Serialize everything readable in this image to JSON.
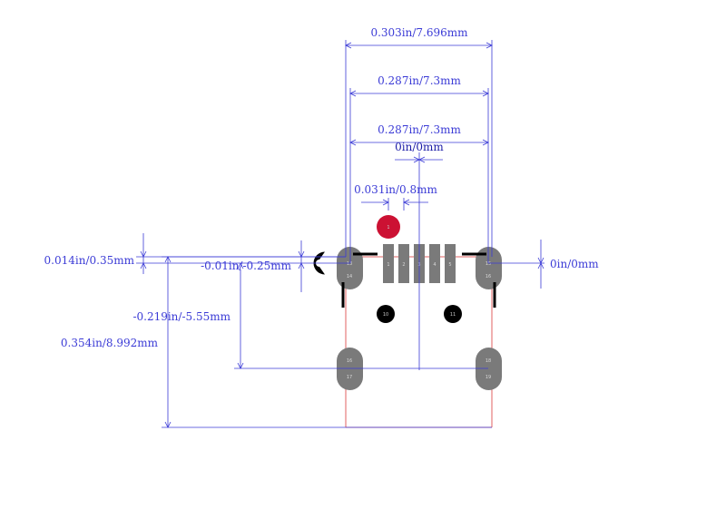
{
  "colors": {
    "dimension": "#3b3bd6",
    "pad": "#7a7a7a",
    "outline": "#e06060",
    "silk": "#000000",
    "pin1": "#cc1133",
    "hole": "#000000",
    "background": "#ffffff"
  },
  "dimensions": {
    "total_width": "0.303in/7.696mm",
    "pad_span_1": "0.287in/7.3mm",
    "pad_span_2": "0.287in/7.3mm",
    "center_offset": "0in/0mm",
    "pin_pitch": "0.031in/0.8mm",
    "top_gap": "0.014in/0.35mm",
    "pad_offset": "-0.01in/-0.25mm",
    "right_offset": "0in/0mm",
    "mount_offset": "-0.219in/-5.55mm",
    "total_height": "0.354in/8.992mm"
  },
  "pads": {
    "left_top": [
      "13",
      "14"
    ],
    "right_top": [
      "15",
      "16"
    ],
    "left_bottom": [
      "16",
      "17"
    ],
    "right_bottom": [
      "18",
      "19"
    ],
    "signal": [
      "1",
      "2",
      "3",
      "4",
      "5"
    ]
  },
  "holes": {
    "left": "10",
    "right": "11"
  },
  "pin1_marker": "1"
}
